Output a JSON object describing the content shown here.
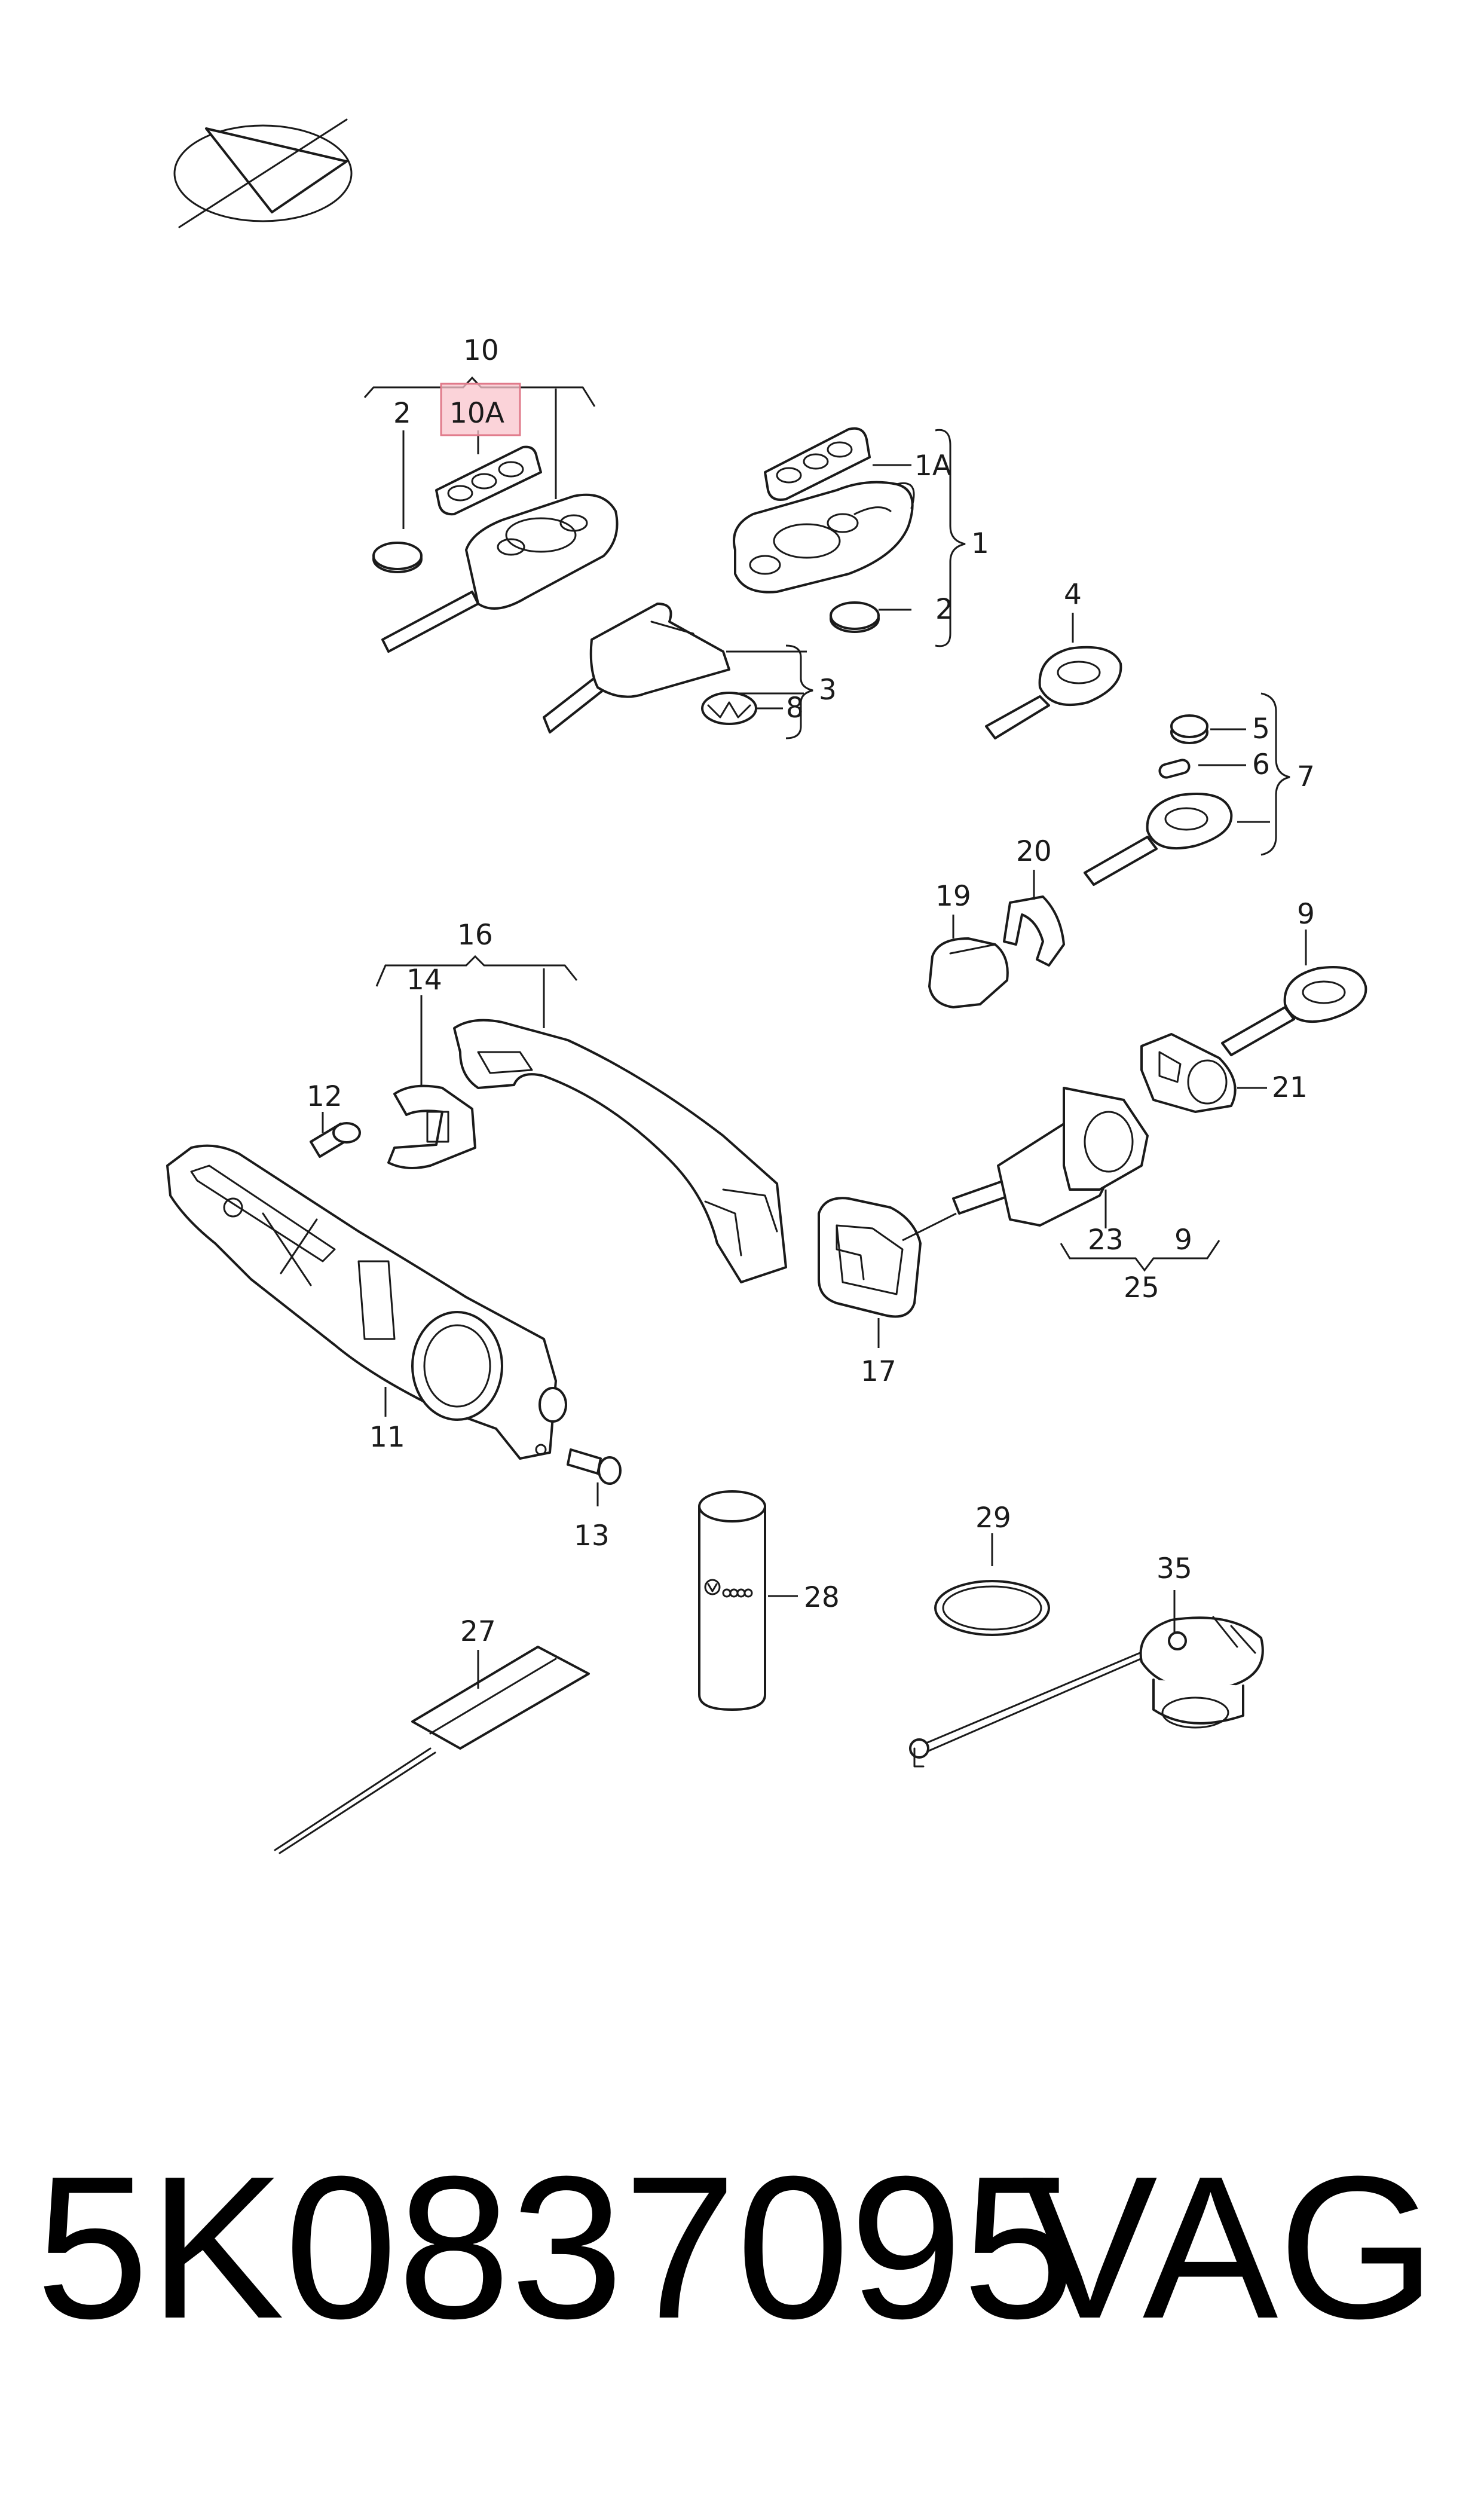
{
  "callouts": {
    "c10": "10",
    "c10a": "10A",
    "c2a": "2",
    "c1a": "1A",
    "c1": "1",
    "c2b": "2",
    "c3": "3",
    "c8": "8",
    "c4": "4",
    "c5": "5",
    "c6": "6",
    "c7": "7",
    "c20": "20",
    "c19": "19",
    "c9a": "9",
    "c16": "16",
    "c14": "14",
    "c12": "12",
    "c21": "21",
    "c23": "23",
    "c9b": "9",
    "c25": "25",
    "c17": "17",
    "c11": "11",
    "c13": "13",
    "c28": "28",
    "c29": "29",
    "c35": "35",
    "c27": "27"
  },
  "highlight": {
    "part": "10A",
    "color": "#f4a6b0"
  },
  "footer": {
    "part_number": "5K0837095",
    "brand": "VAG"
  },
  "icons": {
    "logo": "paper-plane-compass-icon"
  }
}
